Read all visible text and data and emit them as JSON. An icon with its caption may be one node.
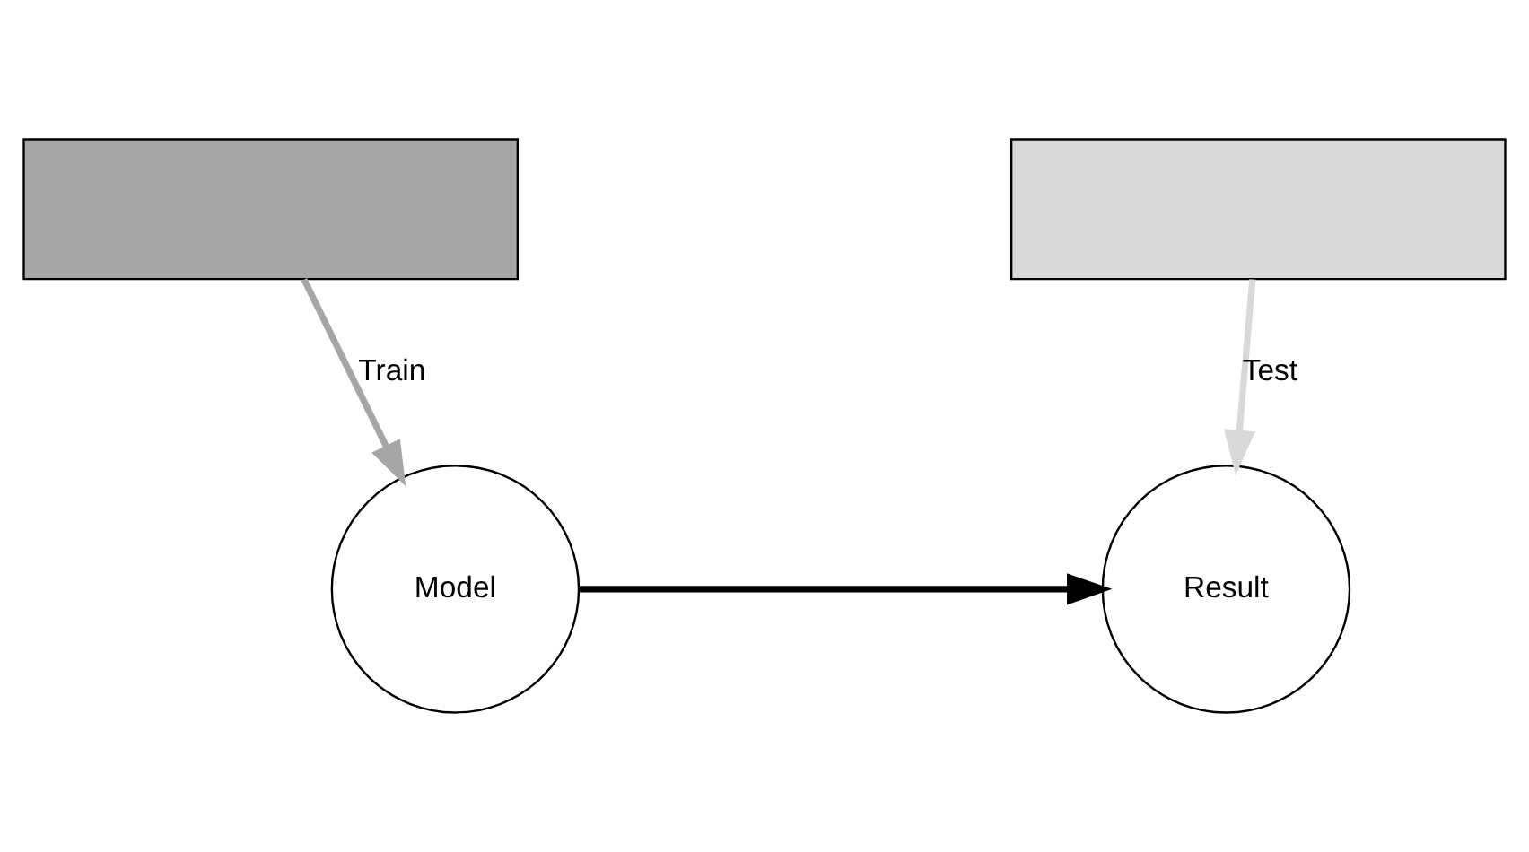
{
  "diagram": {
    "nodes": [
      {
        "text": [],
        "shape": "box"
      },
      {
        "text": [],
        "shape": "box"
      },
      {
        "text": [
          "Model"
        ]
      },
      {
        "text": [
          "Result"
        ]
      }
    ],
    "edges": [
      {
        "from": 0,
        "to": 2,
        "arrow": "to",
        "label": "Train",
        "color": "#a6a6a6"
      },
      {
        "from": 1,
        "to": 3,
        "arrow": "to",
        "label": "Test",
        "color": "#d9d9d9"
      },
      {
        "from": 2,
        "to": 3,
        "arrow": "to",
        "color": "#000000"
      }
    ]
  }
}
